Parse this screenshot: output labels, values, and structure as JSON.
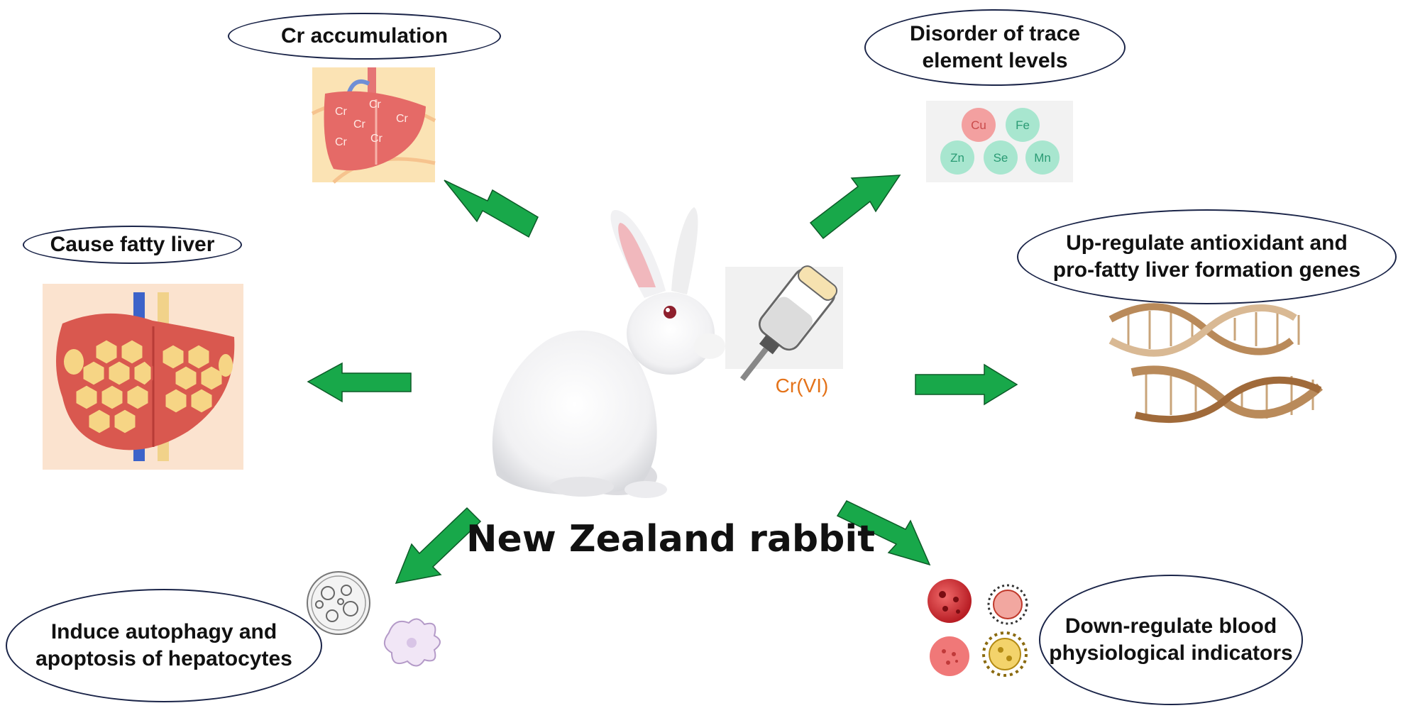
{
  "center": {
    "title": "New Zealand rabbit"
  },
  "exposure": {
    "label": "Cr(VI)"
  },
  "outcomes": {
    "cr_accumulation": {
      "line1": "Cr accumulation"
    },
    "trace_elements": {
      "line1": "Disorder of trace",
      "line2": "element levels"
    },
    "fatty_liver": {
      "line1": "Cause fatty liver"
    },
    "genes": {
      "line1": "Up-regulate antioxidant and",
      "line2": "pro-fatty liver formation genes"
    },
    "autophagy": {
      "line1": "Induce autophagy and",
      "line2": "apoptosis of hepatocytes"
    },
    "blood": {
      "line1": "Down-regulate blood",
      "line2": "physiological indicators"
    }
  },
  "icons": {
    "liver_cr": {
      "cr_text": "Cr"
    },
    "trace_bubbles": [
      "Cu",
      "Fe",
      "Zn",
      "Se",
      "Mn"
    ]
  },
  "colors": {
    "arrow": "#18a84a",
    "outline": "#1a2448",
    "liver": "#d9584f",
    "fat": "#f6d585",
    "bubble_teal": "#a8e6cf",
    "bubble_red": "#f3a0a0",
    "dna": "#b98a5a",
    "crvi": "#e4731a"
  }
}
